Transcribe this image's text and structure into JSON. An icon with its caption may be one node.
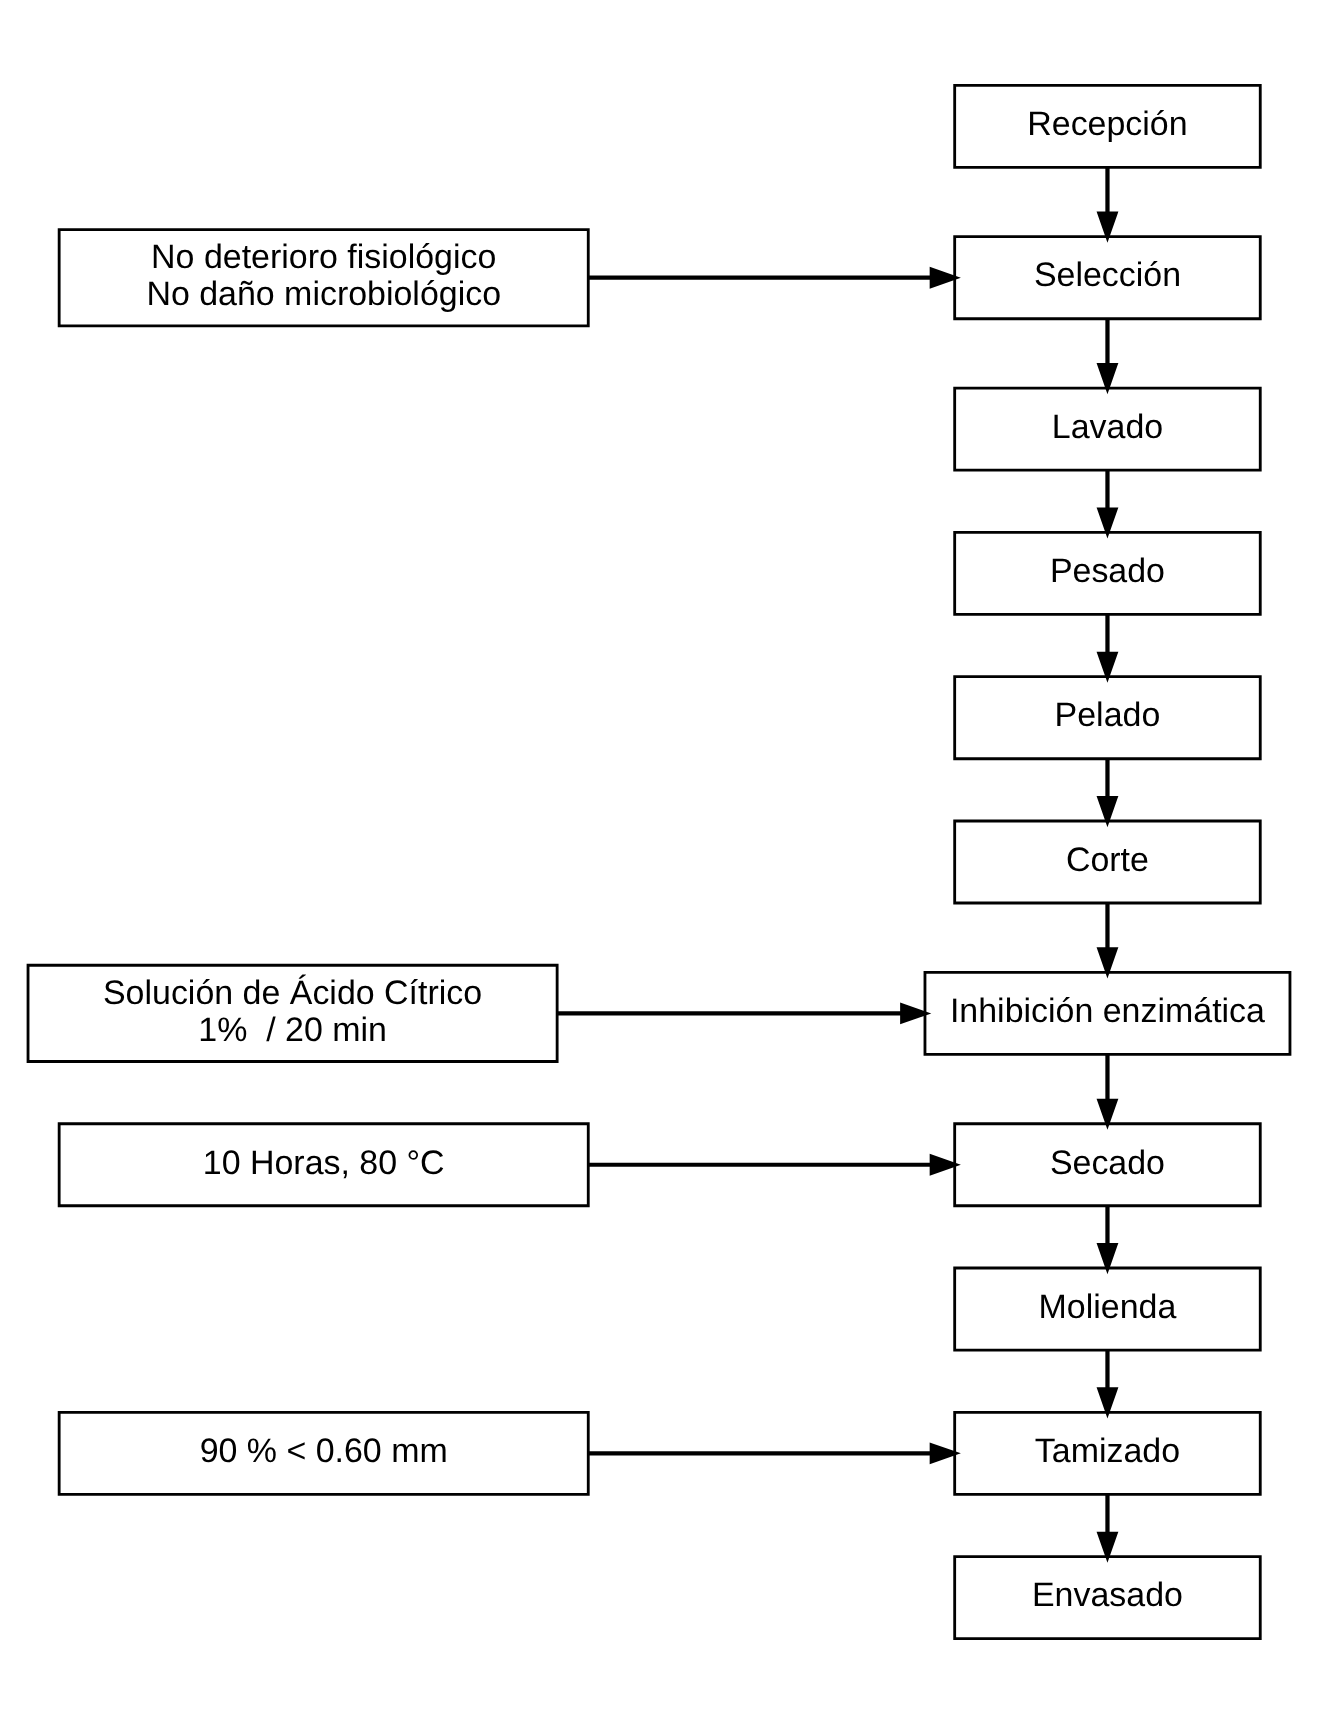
{
  "diagram": {
    "nodes": [
      {
        "text": [
          "Recepción"
        ]
      },
      {
        "text": [
          "Selección"
        ]
      },
      {
        "text": [
          "Lavado"
        ]
      },
      {
        "text": [
          "Pesado"
        ]
      },
      {
        "text": [
          "Pelado"
        ]
      },
      {
        "text": [
          "Corte"
        ]
      },
      {
        "text": [
          "Inhibición enzimática"
        ]
      },
      {
        "text": [
          "Secado"
        ]
      },
      {
        "text": [
          "Molienda"
        ]
      },
      {
        "text": [
          "Tamizado"
        ]
      },
      {
        "text": [
          "Envasado"
        ]
      },
      {
        "text": [
          "No deterioro fisiológico No daño microbiológico"
        ]
      },
      {
        "text": [
          "Solución de Ácido Cítrico 1%  / 20 min"
        ]
      },
      {
        "text": [
          "10 Horas, 80 °C"
        ]
      },
      {
        "text": [
          "90 % < 0.60 mm"
        ]
      }
    ],
    "edges": [
      {
        "from": 0,
        "to": 1,
        "arrow": "to"
      },
      {
        "from": 1,
        "to": 2,
        "arrow": "to"
      },
      {
        "from": 2,
        "to": 3,
        "arrow": "to"
      },
      {
        "from": 3,
        "to": 4,
        "arrow": "to"
      },
      {
        "from": 4,
        "to": 5,
        "arrow": "to"
      },
      {
        "from": 5,
        "to": 6,
        "arrow": "to"
      },
      {
        "from": 6,
        "to": 7,
        "arrow": "to"
      },
      {
        "from": 7,
        "to": 8,
        "arrow": "to"
      },
      {
        "from": 8,
        "to": 9,
        "arrow": "to"
      },
      {
        "from": 9,
        "to": 10,
        "arrow": "to"
      },
      {
        "from": 11,
        "to": 1,
        "arrow": "to"
      },
      {
        "from": 12,
        "to": 6,
        "arrow": "to"
      },
      {
        "from": 13,
        "to": 7,
        "arrow": "to"
      },
      {
        "from": 14,
        "to": 9,
        "arrow": "to"
      }
    ]
  }
}
